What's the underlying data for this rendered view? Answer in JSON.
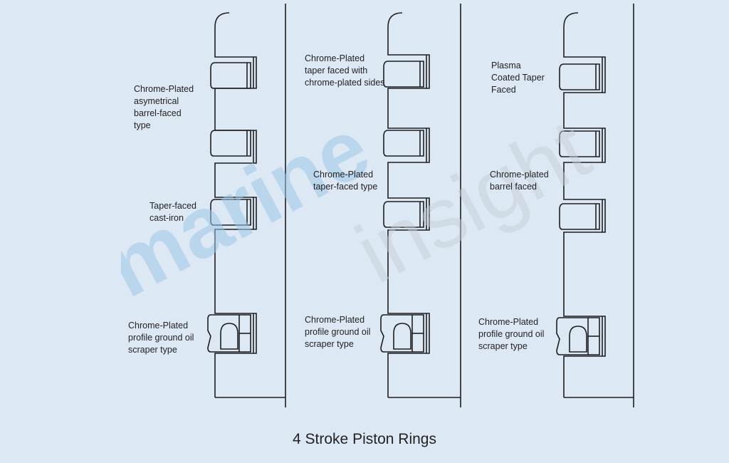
{
  "caption": "4 Stroke Piston Rings",
  "watermark": {
    "brand_primary": "marine",
    "brand_secondary": "insight",
    "primary_color": "#9cc6e6",
    "secondary_color": "#c4cdd6"
  },
  "colors": {
    "background": "#dde8f5",
    "line": "#1e1e1e",
    "text": "#222222"
  },
  "labels": {
    "left": {
      "ring1": "Chrome-Plated\nasymetrical\nbarrel-faced\ntype",
      "ring2": "Taper-faced\ncast-iron",
      "ring3": "Chrome-Plated\nprofile ground oil\nscraper type"
    },
    "middle": {
      "ring1": "Chrome-Plated\ntaper faced with\nchrome-plated sides",
      "ring2": "Chrome-Plated\ntaper-faced type",
      "ring3": "Chrome-Plated\nprofile ground oil\nscraper type"
    },
    "right": {
      "ring1": "Plasma\nCoated Taper\nFaced",
      "ring2": "Chrome-plated\nbarrel faced",
      "ring3": "Chrome-Plated\nprofile ground oil\nscraper type"
    }
  }
}
